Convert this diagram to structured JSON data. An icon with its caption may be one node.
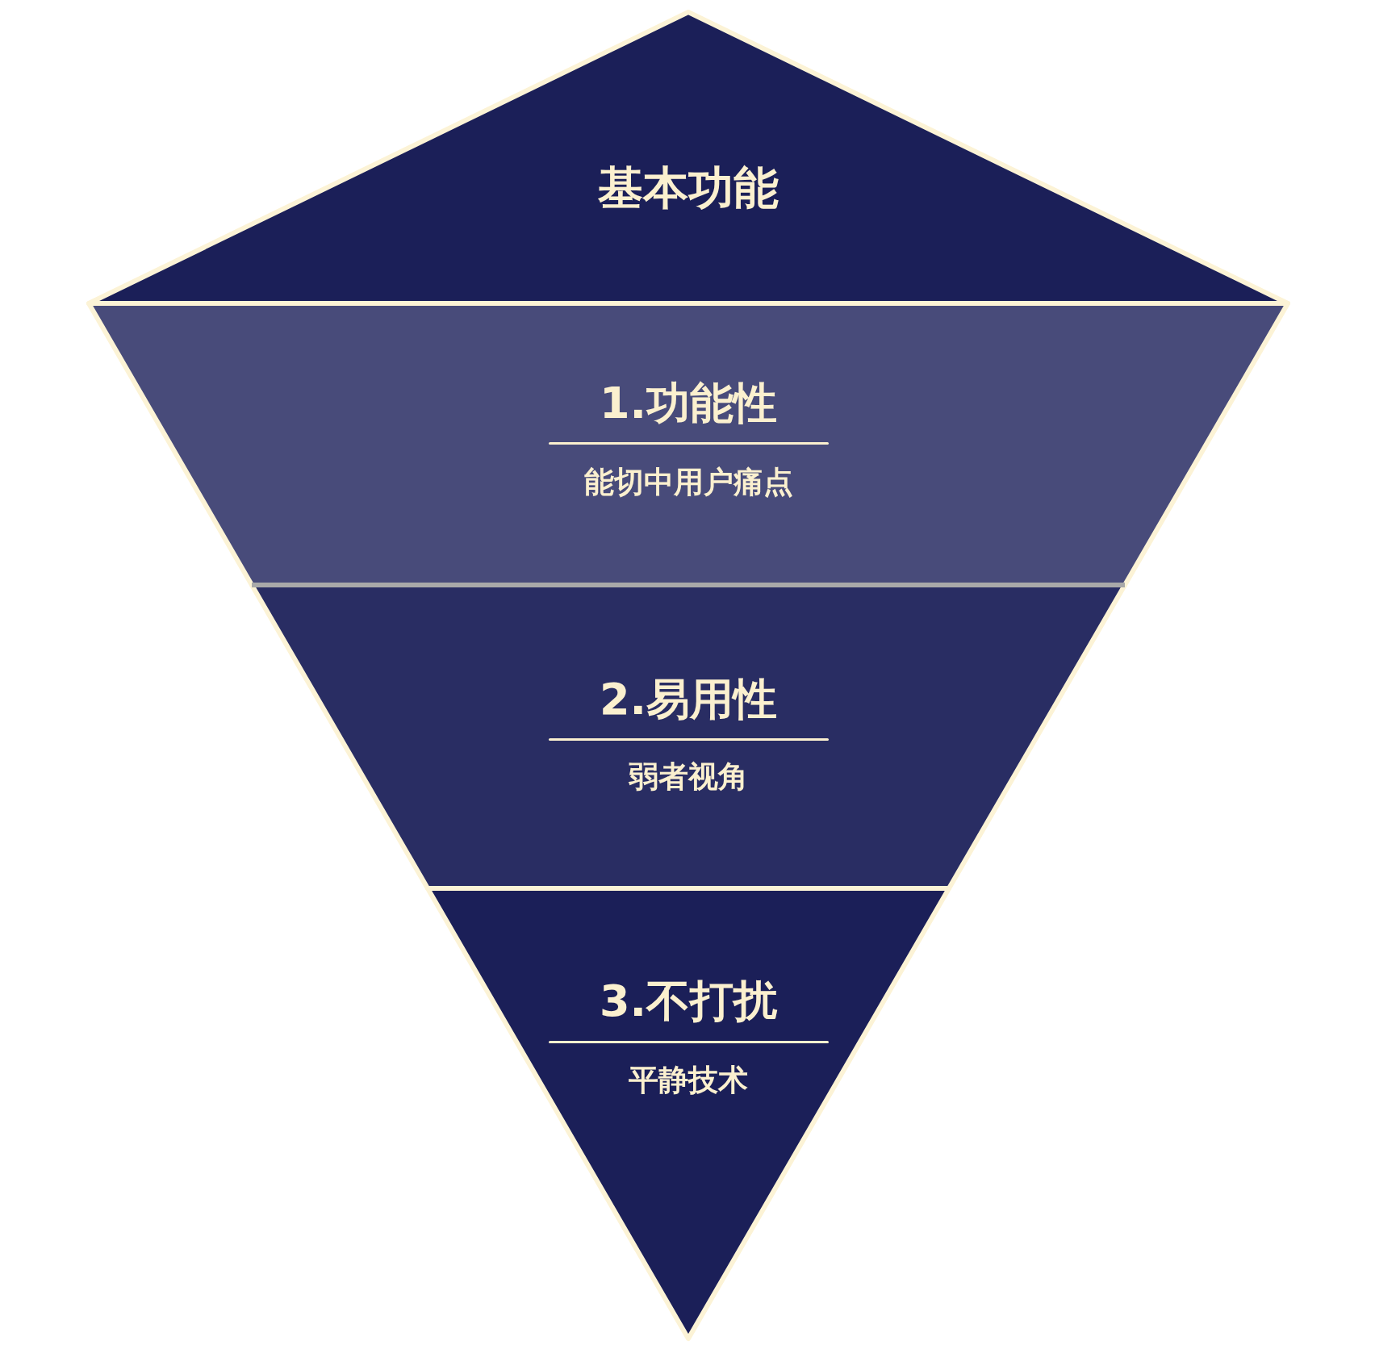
{
  "diagram": {
    "nodes": [
      {
        "text": [
          "基本功能"
        ]
      },
      {
        "text": [
          "1.功能性",
          "能切中用户痛点"
        ]
      },
      {
        "text": [
          "2.易用性",
          "弱者视角"
        ]
      },
      {
        "text": [
          "3.不打扰",
          "平静技术"
        ]
      }
    ]
  }
}
